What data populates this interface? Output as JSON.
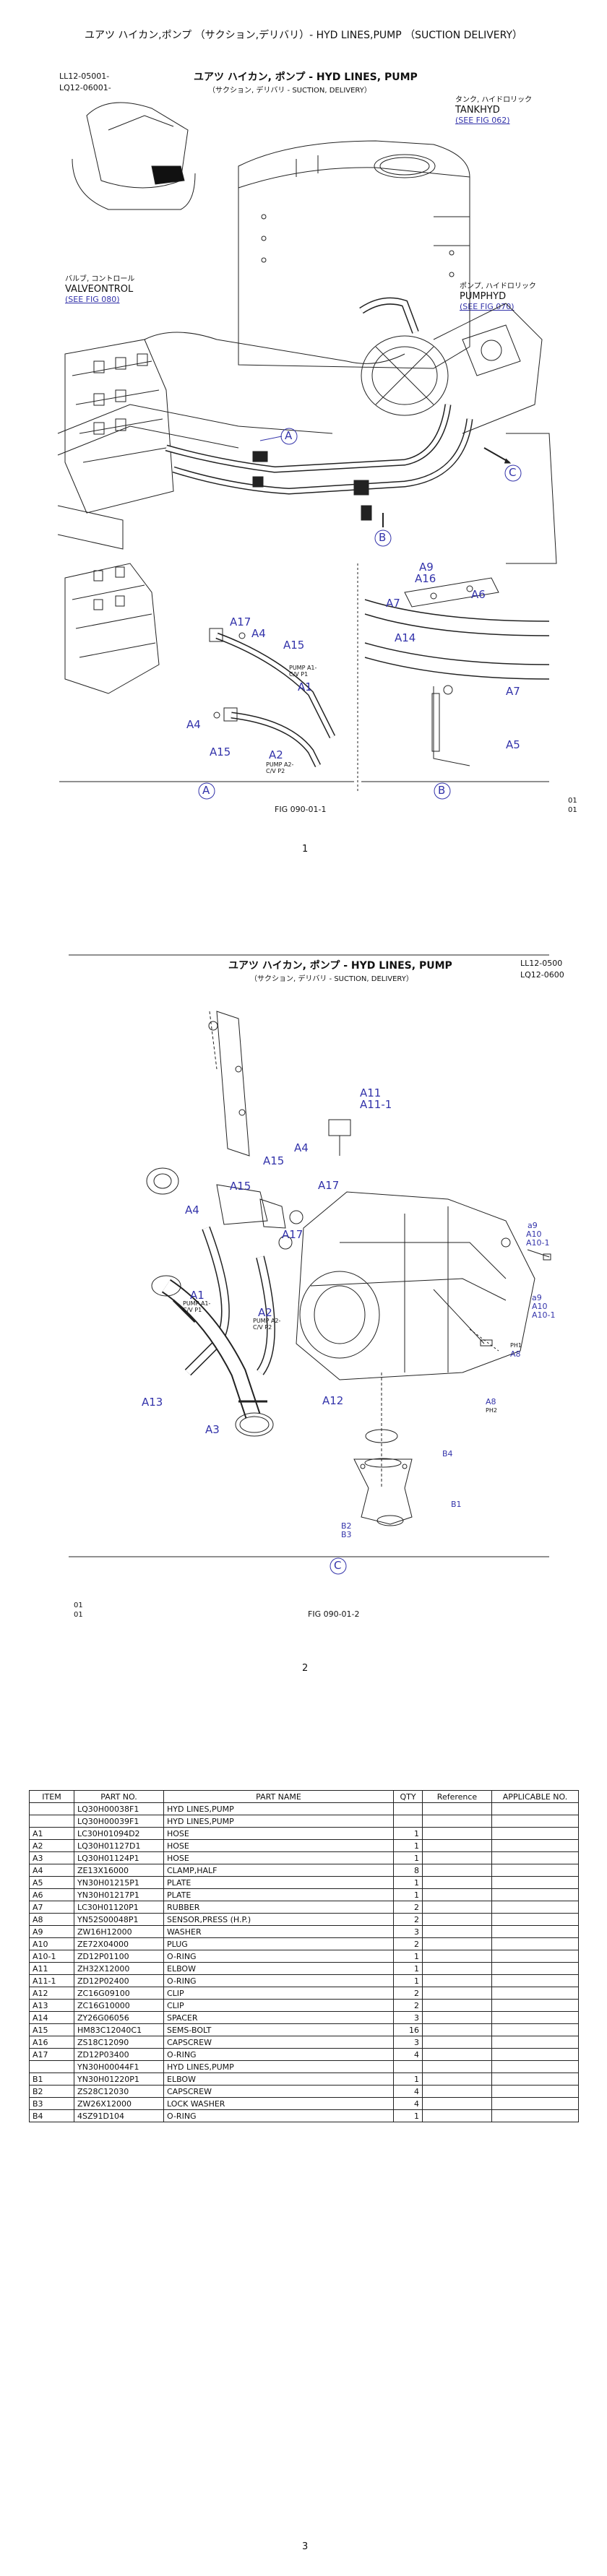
{
  "header": {
    "title": "ユアツ ハイカン,ポンプ （サクション,デリバリ）- HYD LINES,PUMP （SUCTION DELIVERY）"
  },
  "fig1": {
    "codes": [
      "LL12-05001-",
      "LQ12-06001-"
    ],
    "title": "ユアツ ハイカン, ポンプ - HYD LINES, PUMP",
    "subtitle": "（サクション, デリバリ - SUCTION, DELIVERY）",
    "tank_jp": "タンク, ハイドロリック",
    "tank_en": "TANKHYD",
    "tank_ref": "(SEE FIG 062)",
    "pump_jp": "ポンプ, ハイドロリック",
    "pump_en": "PUMPHYD",
    "pump_ref": "(SEE FIG 070)",
    "valve_jp": "バルブ, コントロール",
    "valve_en": "VALVEONTROL",
    "valve_ref": "(SEE FIG 080)",
    "callouts": [
      "A",
      "B",
      "C"
    ],
    "detail_labels_a": [
      "A17",
      "A4",
      "A15",
      "A1",
      "A4",
      "A15",
      "A2"
    ],
    "detail_labels_b": [
      "A9",
      "A16",
      "A7",
      "A6",
      "A14",
      "A7",
      "A5"
    ],
    "pump_a1": "PUMP A1-\nC/V P1",
    "pump_a2": "PUMP A2-\nC/V P2",
    "fig_no": "FIG 090-01-1",
    "rev": [
      "01",
      "01"
    ],
    "page": "1"
  },
  "fig2": {
    "title": "ユアツ ハイカン, ポンプ - HYD LINES, PUMP",
    "subtitle": "（サクション, デリバリ - SUCTION, DELIVERY）",
    "codes": [
      "LL12-0500",
      "LQ12-0600"
    ],
    "labels": {
      "a11": "A11",
      "a11_1": "A11-1",
      "a4a": "A4",
      "a15a": "A15",
      "a17a": "A17",
      "a4b": "A4",
      "a17b": "A17",
      "a1": "A1",
      "a2": "A2",
      "a13": "A13",
      "a3": "A3",
      "a12": "A12",
      "a9": "a9",
      "a10": "A10",
      "a10_1": "A10-1",
      "a9b": "a9",
      "a10b": "A10",
      "a10_1b": "A10-1",
      "a8": "A8",
      "a8b": "A8",
      "b4": "B4",
      "b1": "B1",
      "b2": "B2",
      "b3": "B3",
      "c": "C"
    },
    "pump_a1": "PUMP A1-\nC/V P1",
    "pump_a2": "PUMP A2-\nC/V P2",
    "ph1": "PH1",
    "ph2": "PH2",
    "fig_no": "FIG 090-01-2",
    "rev": [
      "01",
      "01"
    ],
    "page": "2"
  },
  "table": {
    "headers": [
      "ITEM",
      "PART NO.",
      "PART NAME",
      "QTY",
      "Reference",
      "APPLICABLE NO."
    ],
    "rows": [
      [
        "",
        "LQ30H00038F1",
        "HYD LINES,PUMP",
        "",
        "",
        ""
      ],
      [
        "",
        "LQ30H00039F1",
        "HYD LINES,PUMP",
        "",
        "",
        ""
      ],
      [
        "A1",
        "LC30H01094D2",
        "HOSE",
        "1",
        "",
        ""
      ],
      [
        "A2",
        "LQ30H01127D1",
        "HOSE",
        "1",
        "",
        ""
      ],
      [
        "A3",
        "LQ30H01124P1",
        "HOSE",
        "1",
        "",
        ""
      ],
      [
        "A4",
        "ZE13X16000",
        "CLAMP,HALF",
        "8",
        "",
        ""
      ],
      [
        "A5",
        "YN30H01215P1",
        "PLATE",
        "1",
        "",
        ""
      ],
      [
        "A6",
        "YN30H01217P1",
        "PLATE",
        "1",
        "",
        ""
      ],
      [
        "A7",
        "LC30H01120P1",
        "RUBBER",
        "2",
        "",
        ""
      ],
      [
        "A8",
        "YN52S00048P1",
        "SENSOR,PRESS (H.P.)",
        "2",
        "",
        ""
      ],
      [
        "A9",
        "ZW16H12000",
        "WASHER",
        "3",
        "",
        ""
      ],
      [
        "A10",
        "ZE72X04000",
        "PLUG",
        "2",
        "",
        ""
      ],
      [
        "A10-1",
        "ZD12P01100",
        "O-RING",
        "1",
        "",
        ""
      ],
      [
        "A11",
        "ZH32X12000",
        "ELBOW",
        "1",
        "",
        ""
      ],
      [
        "A11-1",
        "ZD12P02400",
        "O-RING",
        "1",
        "",
        ""
      ],
      [
        "A12",
        "ZC16G09100",
        "CLIP",
        "2",
        "",
        ""
      ],
      [
        "A13",
        "ZC16G10000",
        "CLIP",
        "2",
        "",
        ""
      ],
      [
        "A14",
        "ZY26G06056",
        "SPACER",
        "3",
        "",
        ""
      ],
      [
        "A15",
        "HM83C12040C1",
        "SEMS-BOLT",
        "16",
        "",
        ""
      ],
      [
        "A16",
        "ZS18C12090",
        "CAPSCREW",
        "3",
        "",
        ""
      ],
      [
        "A17",
        "ZD12P03400",
        "O-RING",
        "4",
        "",
        ""
      ],
      [
        "",
        "YN30H00044F1",
        "HYD LINES,PUMP",
        "",
        "",
        ""
      ],
      [
        "B1",
        "YN30H01220P1",
        "ELBOW",
        "1",
        "",
        ""
      ],
      [
        "B2",
        "ZS28C12030",
        "CAPSCREW",
        "4",
        "",
        ""
      ],
      [
        "B3",
        "ZW26X12000",
        "LOCK WASHER",
        "4",
        "",
        ""
      ],
      [
        "B4",
        "4SZ91D104",
        "O-RING",
        "1",
        "",
        ""
      ]
    ]
  },
  "page3": "3"
}
